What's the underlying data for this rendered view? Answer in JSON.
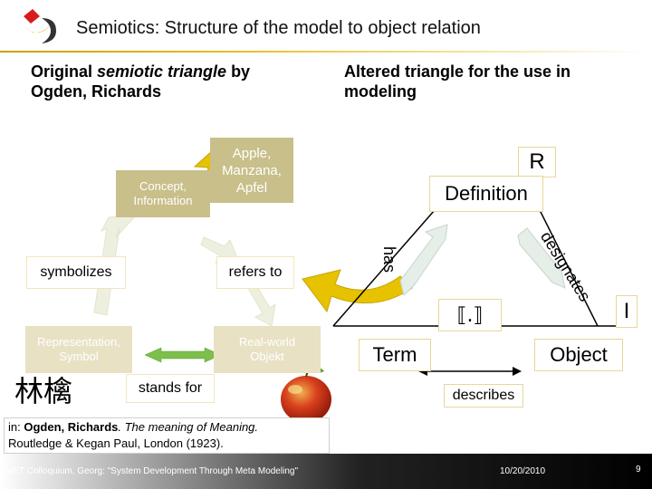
{
  "header": {
    "title": "Semiotics: Structure of the model to object relation"
  },
  "left": {
    "heading_line1_prefix": "Original ",
    "heading_line1_italic": "semiotic triangle",
    "heading_line1_suffix": " by",
    "heading_line2": "Ogden, Richards",
    "concept_label": "Concept, Information",
    "apple_label": "Apple, Manzana, Apfel",
    "symbolizes_label": "symbolizes",
    "refers_to_label": "refers to",
    "representation_label": "Representation, Symbol",
    "chinese_glyphs": "林檎",
    "stands_for_label": "stands for",
    "real_world_label": "Real-world Objekt"
  },
  "right": {
    "heading_line1": "Altered triangle for the use in",
    "heading_line2": "modeling",
    "r_label": "R",
    "definition_label": "Definition",
    "has_label": "has",
    "designates_label": "designates",
    "bracket_label": "⟦.⟧",
    "i_label": "I",
    "term_label": "Term",
    "object_label": "Object",
    "describes_label": "describes"
  },
  "footer": {
    "ref_prefix": "in: ",
    "ref_authors": "Ogden, Richards",
    "ref_title": ". The meaning of Meaning.",
    "ref_line2": "Routledge & Kegan Paul, London (1923).",
    "colloquium": "MET Colloquium. Georg: \"System Development Through Meta Modeling\"",
    "date": "10/20/2010",
    "page": "9"
  },
  "colors": {
    "gold": "#d8b000",
    "khaki": "#c8bf8a",
    "green_arrow": "#7cbf4a",
    "red_apple": "#c8281a"
  }
}
